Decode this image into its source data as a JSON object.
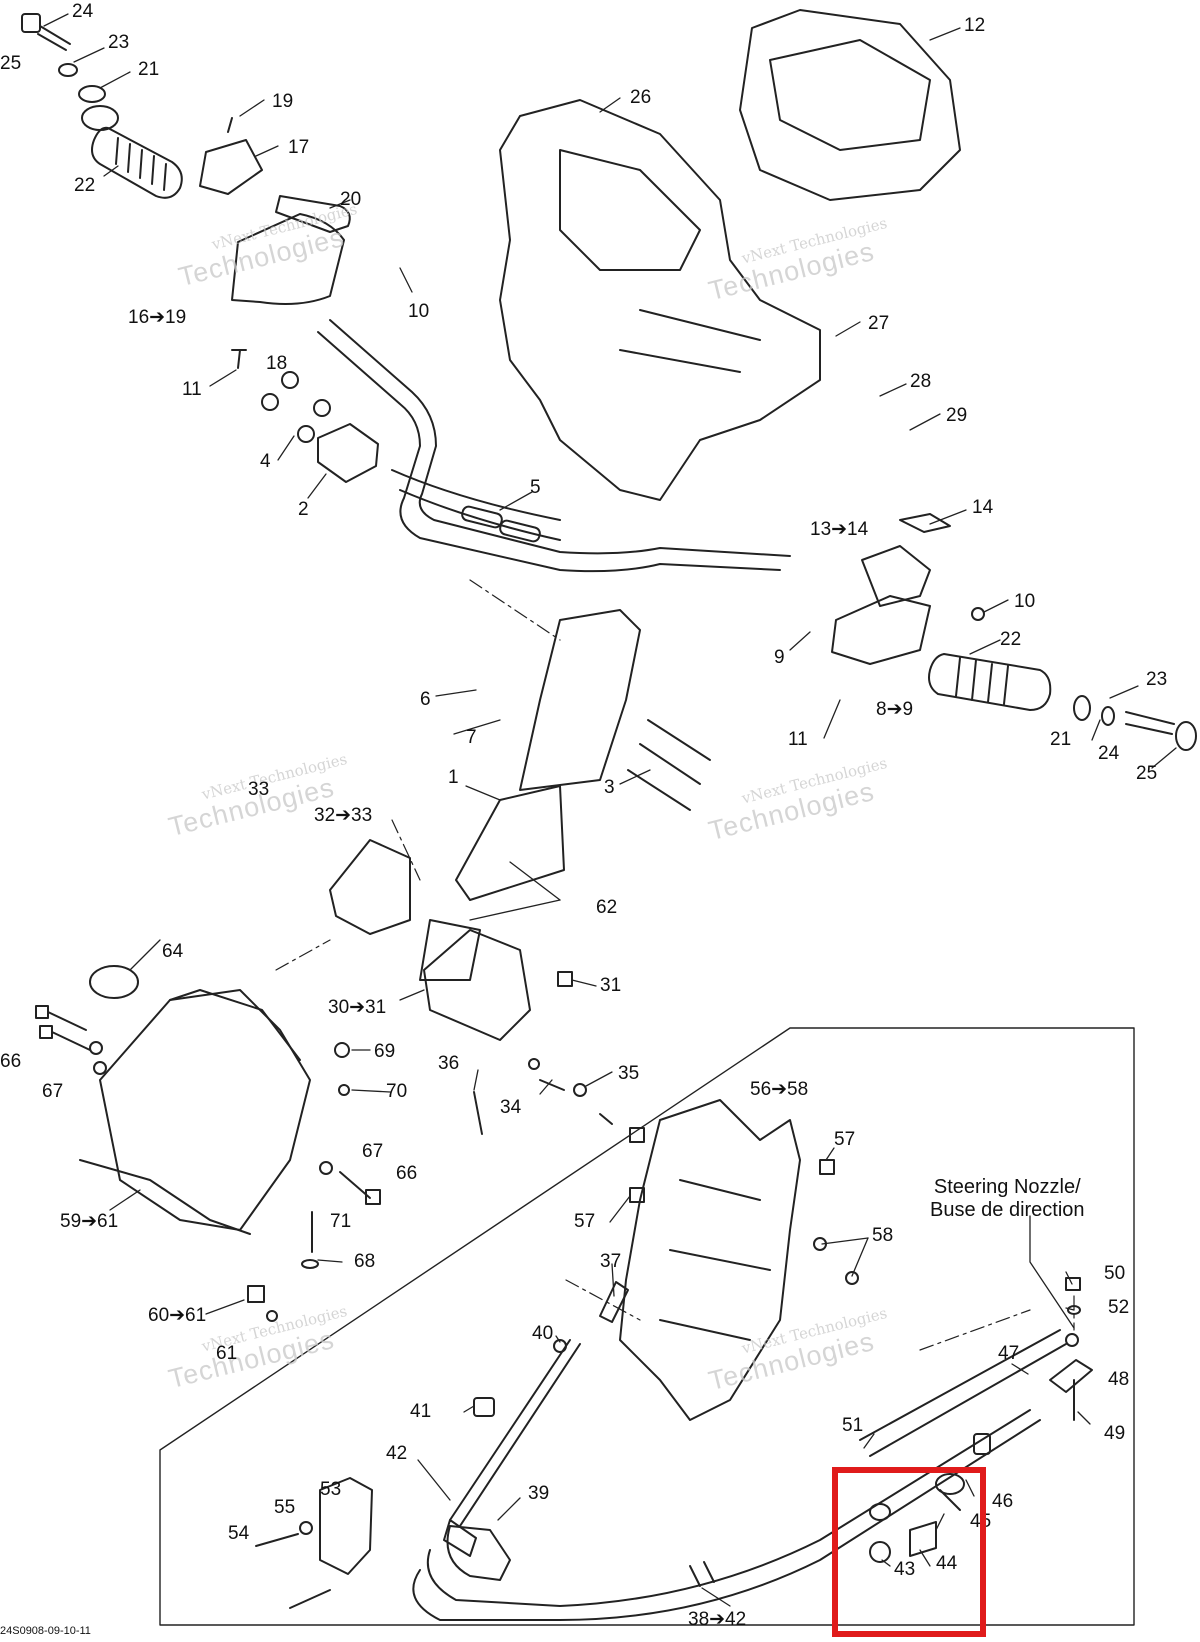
{
  "diagram": {
    "document_code": "24S0908-09-10-11",
    "steering_note": {
      "line1": "Steering Nozzle/",
      "line2": "Buse de direction"
    },
    "watermark": {
      "line1": "vNext Technologies",
      "line2": "Technologies"
    },
    "callouts": [
      "24",
      "23",
      "25",
      "21",
      "22",
      "19",
      "17",
      "20",
      "10",
      "16➔19",
      "18",
      "11",
      "4",
      "2",
      "26",
      "12",
      "27",
      "28",
      "29",
      "5",
      "13➔14",
      "14",
      "10",
      "9",
      "22",
      "23",
      "8➔9",
      "11",
      "21",
      "24",
      "25",
      "6",
      "7",
      "3",
      "1",
      "33",
      "32➔33",
      "62",
      "64",
      "31",
      "30➔31",
      "66",
      "67",
      "69",
      "70",
      "36",
      "35",
      "34",
      "67",
      "66",
      "71",
      "59➔61",
      "68",
      "60➔61",
      "61",
      "56➔58",
      "57",
      "57",
      "58",
      "37",
      "40",
      "41",
      "42",
      "53",
      "55",
      "54",
      "39",
      "50",
      "52",
      "47",
      "48",
      "49",
      "51",
      "46",
      "45",
      "43",
      "44",
      "38➔42"
    ],
    "highlight": {
      "color": "#e01b1b"
    }
  }
}
